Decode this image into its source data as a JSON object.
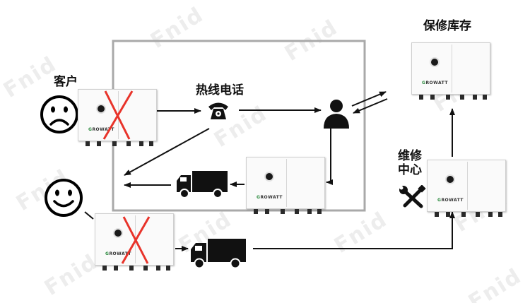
{
  "labels": {
    "customer": "客户",
    "hotline": "热线电话",
    "warehouse": "保修库存",
    "repair_center_line1": "维修",
    "repair_center_line2": "中心"
  },
  "brand": "ROWATT",
  "watermark_text": "Fnid",
  "colors": {
    "cross": "#e8332a",
    "brand_green": "#2b8a3e",
    "frame": "#a9a9a9",
    "arrow": "#111111"
  },
  "icons": {
    "sad_face": "sad-face-icon",
    "happy_face": "happy-face-icon",
    "phone": "telephone-icon",
    "person": "agent-icon",
    "truck": "truck-icon",
    "tools": "tools-icon"
  }
}
